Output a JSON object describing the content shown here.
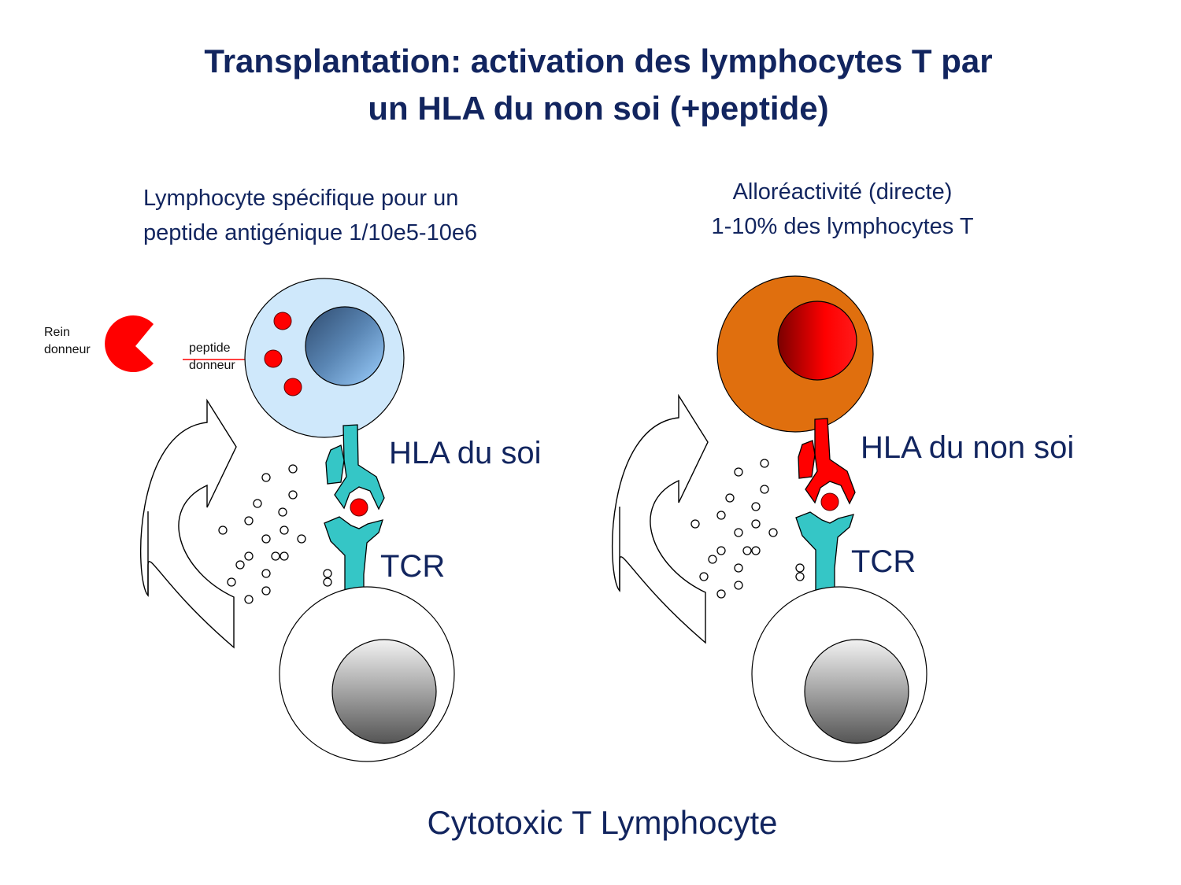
{
  "title": {
    "line1": "Transplantation: activation des lymphocytes T par",
    "line2": "un HLA du non soi (+peptide)"
  },
  "left_panel": {
    "subtitle_line1": "Lymphocyte spécifique pour un",
    "subtitle_line2": "peptide antigénique 1/10e5-10e6",
    "kidney_label_line1": "Rein",
    "kidney_label_line2": "donneur",
    "peptide_label_line1": "peptide",
    "peptide_label_line2": "donneur",
    "hla_label": "HLA du soi",
    "tcr_label": "TCR"
  },
  "right_panel": {
    "subtitle_line1": "Alloréactivité (directe)",
    "subtitle_line2": "1-10% des lymphocytes T",
    "hla_label": "HLA du non soi",
    "tcr_label": "TCR"
  },
  "footer": "Cytotoxic T Lymphocyte",
  "colors": {
    "title_text": "#12255f",
    "apc_self": "#cfe8fb",
    "apc_nonself": "#e06f0e",
    "peptide_red": "#ff0000",
    "hla_self": "#35c6c6",
    "hla_nonself": "#ff0000",
    "tcr": "#35c6c6"
  },
  "icons": [
    "kidney-icon",
    "cycle-arrow-icon",
    "cytokine-dots-icon"
  ]
}
